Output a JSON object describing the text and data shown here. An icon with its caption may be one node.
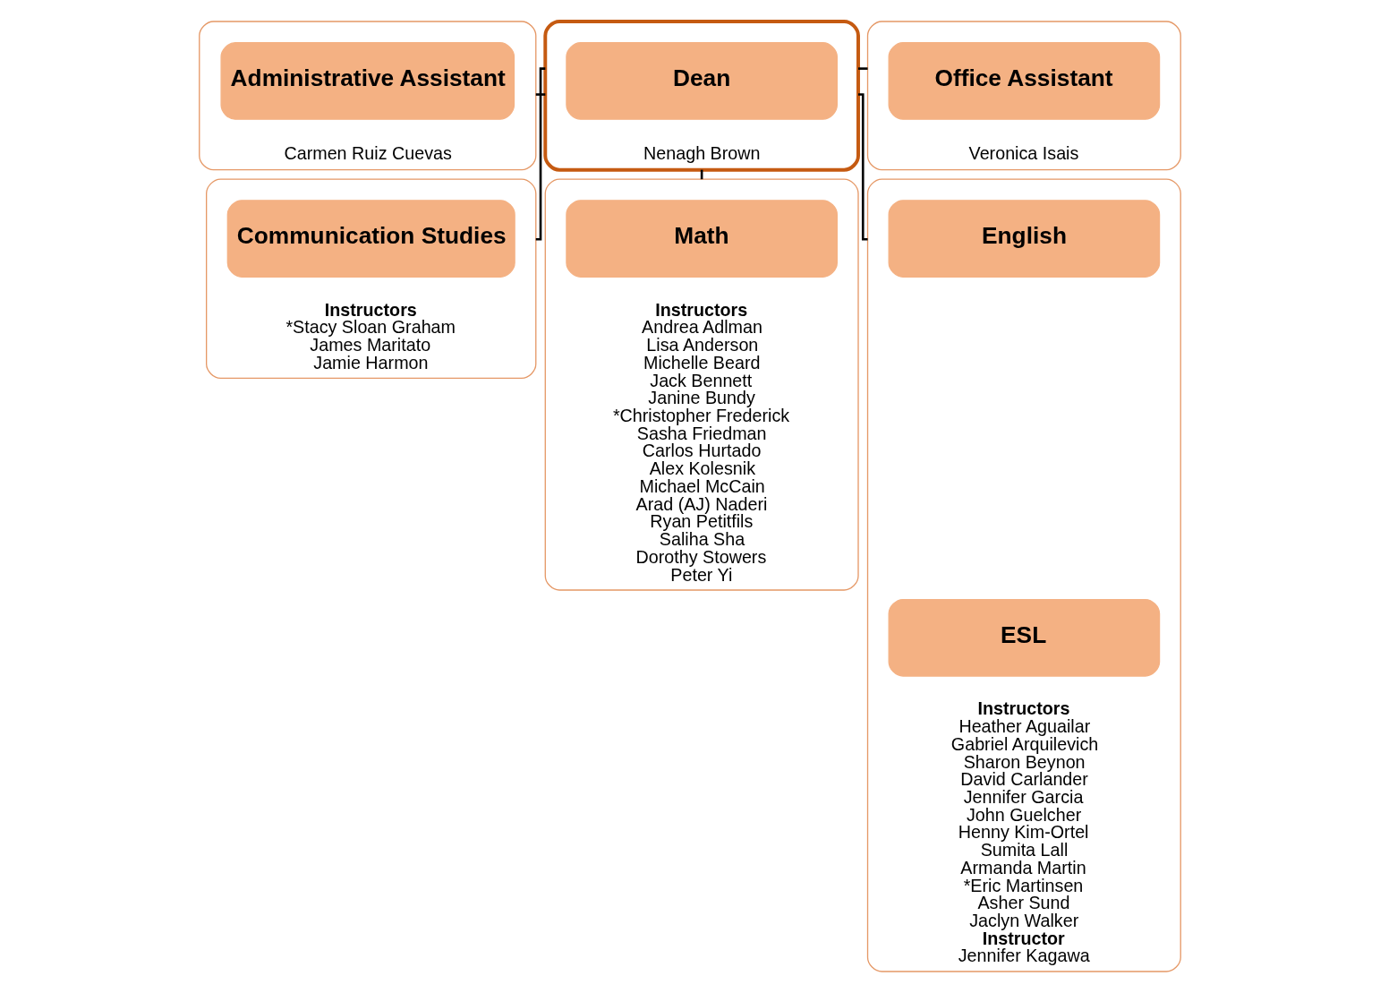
{
  "diagram": {
    "nodes": [
      {
        "text": [
          "Carmen Ruiz Cuevas"
        ]
      },
      {
        "text": [
          "Administrative Assistant"
        ],
        "in": 0
      },
      {
        "text": [
          "Nenagh Brown"
        ]
      },
      {
        "text": [
          "Dean"
        ],
        "in": 2
      },
      {
        "text": [
          "Veronica Isais"
        ]
      },
      {
        "text": [
          "Office Assistant"
        ],
        "in": 4
      },
      {
        "text": [
          "Instructors",
          "*Stacy Sloan Graham",
          "James Maritato",
          "Jamie Harmon"
        ]
      },
      {
        "text": [
          "Communication Studies"
        ],
        "in": 6
      },
      {
        "text": [
          "Instructors",
          "Andrea Adlman",
          "Lisa Anderson",
          "Michelle Beard",
          "Jack Bennett",
          "Janine Bundy",
          "*Christopher Frederick",
          "Sasha Friedman",
          "Carlos Hurtado",
          "Alex Kolesnik",
          "Michael McCain",
          "Arad (AJ) Naderi",
          "Ryan Petitfils",
          "Saliha Sha",
          "Dorothy Stowers",
          "Peter Yi"
        ]
      },
      {
        "text": [
          "Math"
        ],
        "in": 8
      },
      {
        "text": [
          "Instructors",
          "Heather Aguailar",
          "Gabriel Arquilevich",
          "Sharon Beynon",
          "David Carlander",
          "Jennifer Garcia",
          "John Guelcher",
          "Henny Kim-Ortel",
          "Sumita Lall",
          "Armanda Martin",
          "*Eric Martinsen",
          "Asher Sund",
          "Jaclyn Walker",
          "Instructor",
          "Jennifer Kagawa"
        ]
      },
      {
        "text": [
          "English"
        ],
        "in": 10
      },
      {
        "text": [
          "ESL"
        ],
        "in": 10
      }
    ],
    "edges": [
      {
        "from": 0,
        "to": 2,
        "arrow": "none"
      },
      {
        "from": 2,
        "to": 4,
        "arrow": "none"
      },
      {
        "from": 2,
        "to": 6,
        "arrow": "none"
      },
      {
        "from": 2,
        "to": 8,
        "arrow": "none"
      },
      {
        "from": 2,
        "to": 10,
        "arrow": "none"
      }
    ]
  }
}
